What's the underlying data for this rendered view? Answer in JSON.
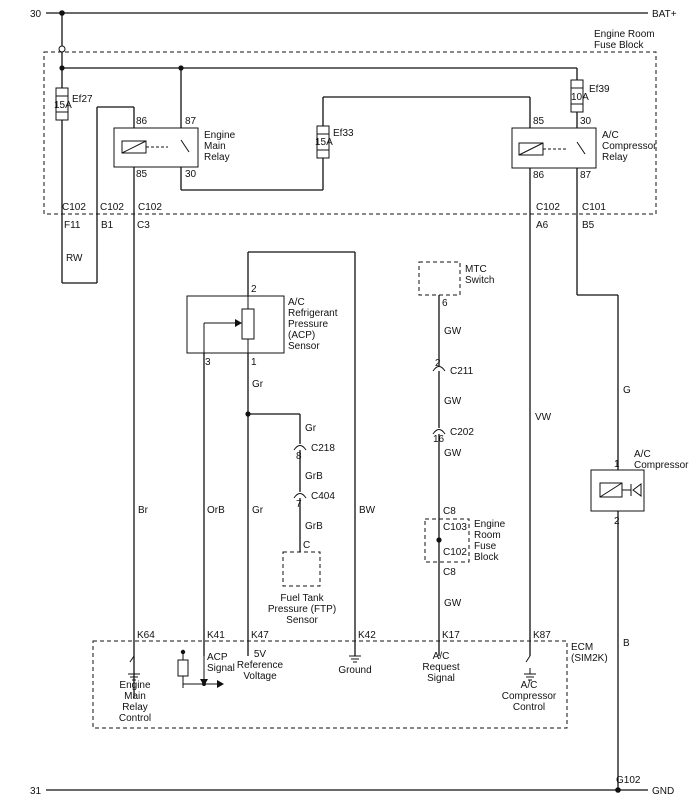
{
  "rails": {
    "top_num": "30",
    "top_label": "BAT+",
    "bottom_num": "31",
    "bottom_label": "GND"
  },
  "fuse_block": {
    "line1": "Engine Room",
    "line2": "Fuse Block"
  },
  "fuses": {
    "ef27": {
      "name": "Ef27",
      "rating": "15A"
    },
    "ef33": {
      "name": "Ef33",
      "rating": "15A"
    },
    "ef39": {
      "name": "Ef39",
      "rating": "10A"
    }
  },
  "engine_main_relay": {
    "line1": "Engine",
    "line2": "Main",
    "line3": "Relay",
    "p86": "86",
    "p87": "87",
    "p85": "85",
    "p30": "30"
  },
  "ac_comp_relay": {
    "line1": "A/C",
    "line2": "Compressor",
    "line3": "Relay",
    "p85": "85",
    "p30": "30",
    "p86": "86",
    "p87": "87"
  },
  "connectors": {
    "c102a": "C102",
    "f11": "F11",
    "c102b": "C102",
    "b1": "B1",
    "c102c": "C102",
    "c3": "C3",
    "c102d": "C102",
    "a6": "A6",
    "c101": "C101",
    "b5": "B5"
  },
  "wires": {
    "rw": "RW",
    "br": "Br",
    "orb": "OrB",
    "gr1": "Gr",
    "gr2": "Gr",
    "gr3": "Gr",
    "grb1": "GrB",
    "grb2": "GrB",
    "bw": "BW",
    "gw1": "GW",
    "gw2": "GW",
    "gw3": "GW",
    "gw4": "GW",
    "vw": "VW",
    "g": "G",
    "b": "B"
  },
  "acp_sensor": {
    "line1": "A/C",
    "line2": "Refrigerant",
    "line3": "Pressure",
    "line4": "(ACP)",
    "line5": "Sensor",
    "pin2": "2",
    "pin3": "3",
    "pin1": "1"
  },
  "inline": {
    "p8": "8",
    "c218": "C218",
    "p7": "7",
    "c404": "C404",
    "p2": "2",
    "c211": "C211",
    "p16": "16",
    "c202": "C202"
  },
  "ftp_sensor": {
    "pin": "C",
    "line1": "Fuel Tank",
    "line2": "Pressure (FTP)",
    "line3": "Sensor"
  },
  "mtc_switch": {
    "line1": "MTC",
    "line2": "Switch",
    "pin": "6"
  },
  "fuse_block2": {
    "c8a": "C8",
    "c103": "C103",
    "c102": "C102",
    "c8b": "C8",
    "line1": "Engine",
    "line2": "Room",
    "line3": "Fuse",
    "line4": "Block"
  },
  "ac_compressor": {
    "line1": "A/C",
    "line2": "Compressor",
    "pin1": "1",
    "pin2": "2"
  },
  "ecm": {
    "line1": "ECM",
    "line2": "(SIM2K)",
    "pins": {
      "k64": "K64",
      "k41": "K41",
      "k47": "K47",
      "k42": "K42",
      "k17": "K17",
      "k87": "K87"
    },
    "emr_ctrl": {
      "l1": "Engine",
      "l2": "Main",
      "l3": "Relay",
      "l4": "Control"
    },
    "acp_sig": {
      "l1": "ACP",
      "l2": "Signal"
    },
    "ref5v": {
      "l1": "5V",
      "l2": "Reference",
      "l3": "Voltage"
    },
    "ground": "Ground",
    "ac_req": {
      "l1": "A/C",
      "l2": "Request",
      "l3": "Signal"
    },
    "comp_ctrl": {
      "l1": "A/C",
      "l2": "Compressor",
      "l3": "Control"
    }
  },
  "ground_point": "G102"
}
